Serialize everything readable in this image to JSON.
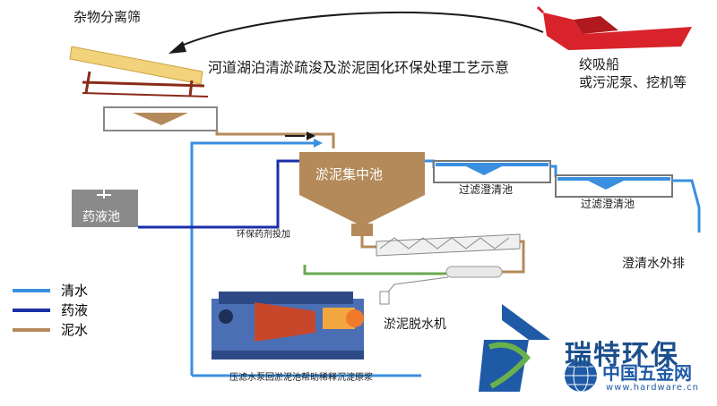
{
  "diagram": {
    "title": "河道湖泊清淤疏浚及淤泥固化环保处理工艺示意",
    "dredger_label_line1": "绞吸船",
    "dredger_label_line2": "或污泥泵、挖机等",
    "sieve_label": "杂物分离筛",
    "concentration_tank_label": "淤泥集中池",
    "clarifier_1_label": "过滤澄清池",
    "clarifier_2_label": "过滤澄清池",
    "dosing_label": "环保药剂投加",
    "chemical_tank_label": "药液池",
    "discharge_label": "澄清水外排",
    "dewatering_label": "淤泥脱水机",
    "return_pump_label": "压滤水泵回淤泥池帮助稀释沉淀原浆"
  },
  "legend": [
    {
      "label": "清水",
      "color": "#3a8fe0"
    },
    {
      "label": "药液",
      "color": "#1a2fa8"
    },
    {
      "label": "泥水",
      "color": "#b48a5a"
    }
  ],
  "colors": {
    "clean_water": "#3a8fe0",
    "chemical": "#1a2fa8",
    "mud_water": "#b48a5a",
    "dredger_red": "#d8232a",
    "sieve_yellow": "#f2d27a"
  },
  "brand": {
    "logo_text": "瑞特环保",
    "watermark_text": "中国五金网",
    "watermark_url": "www.hardware.cn"
  }
}
